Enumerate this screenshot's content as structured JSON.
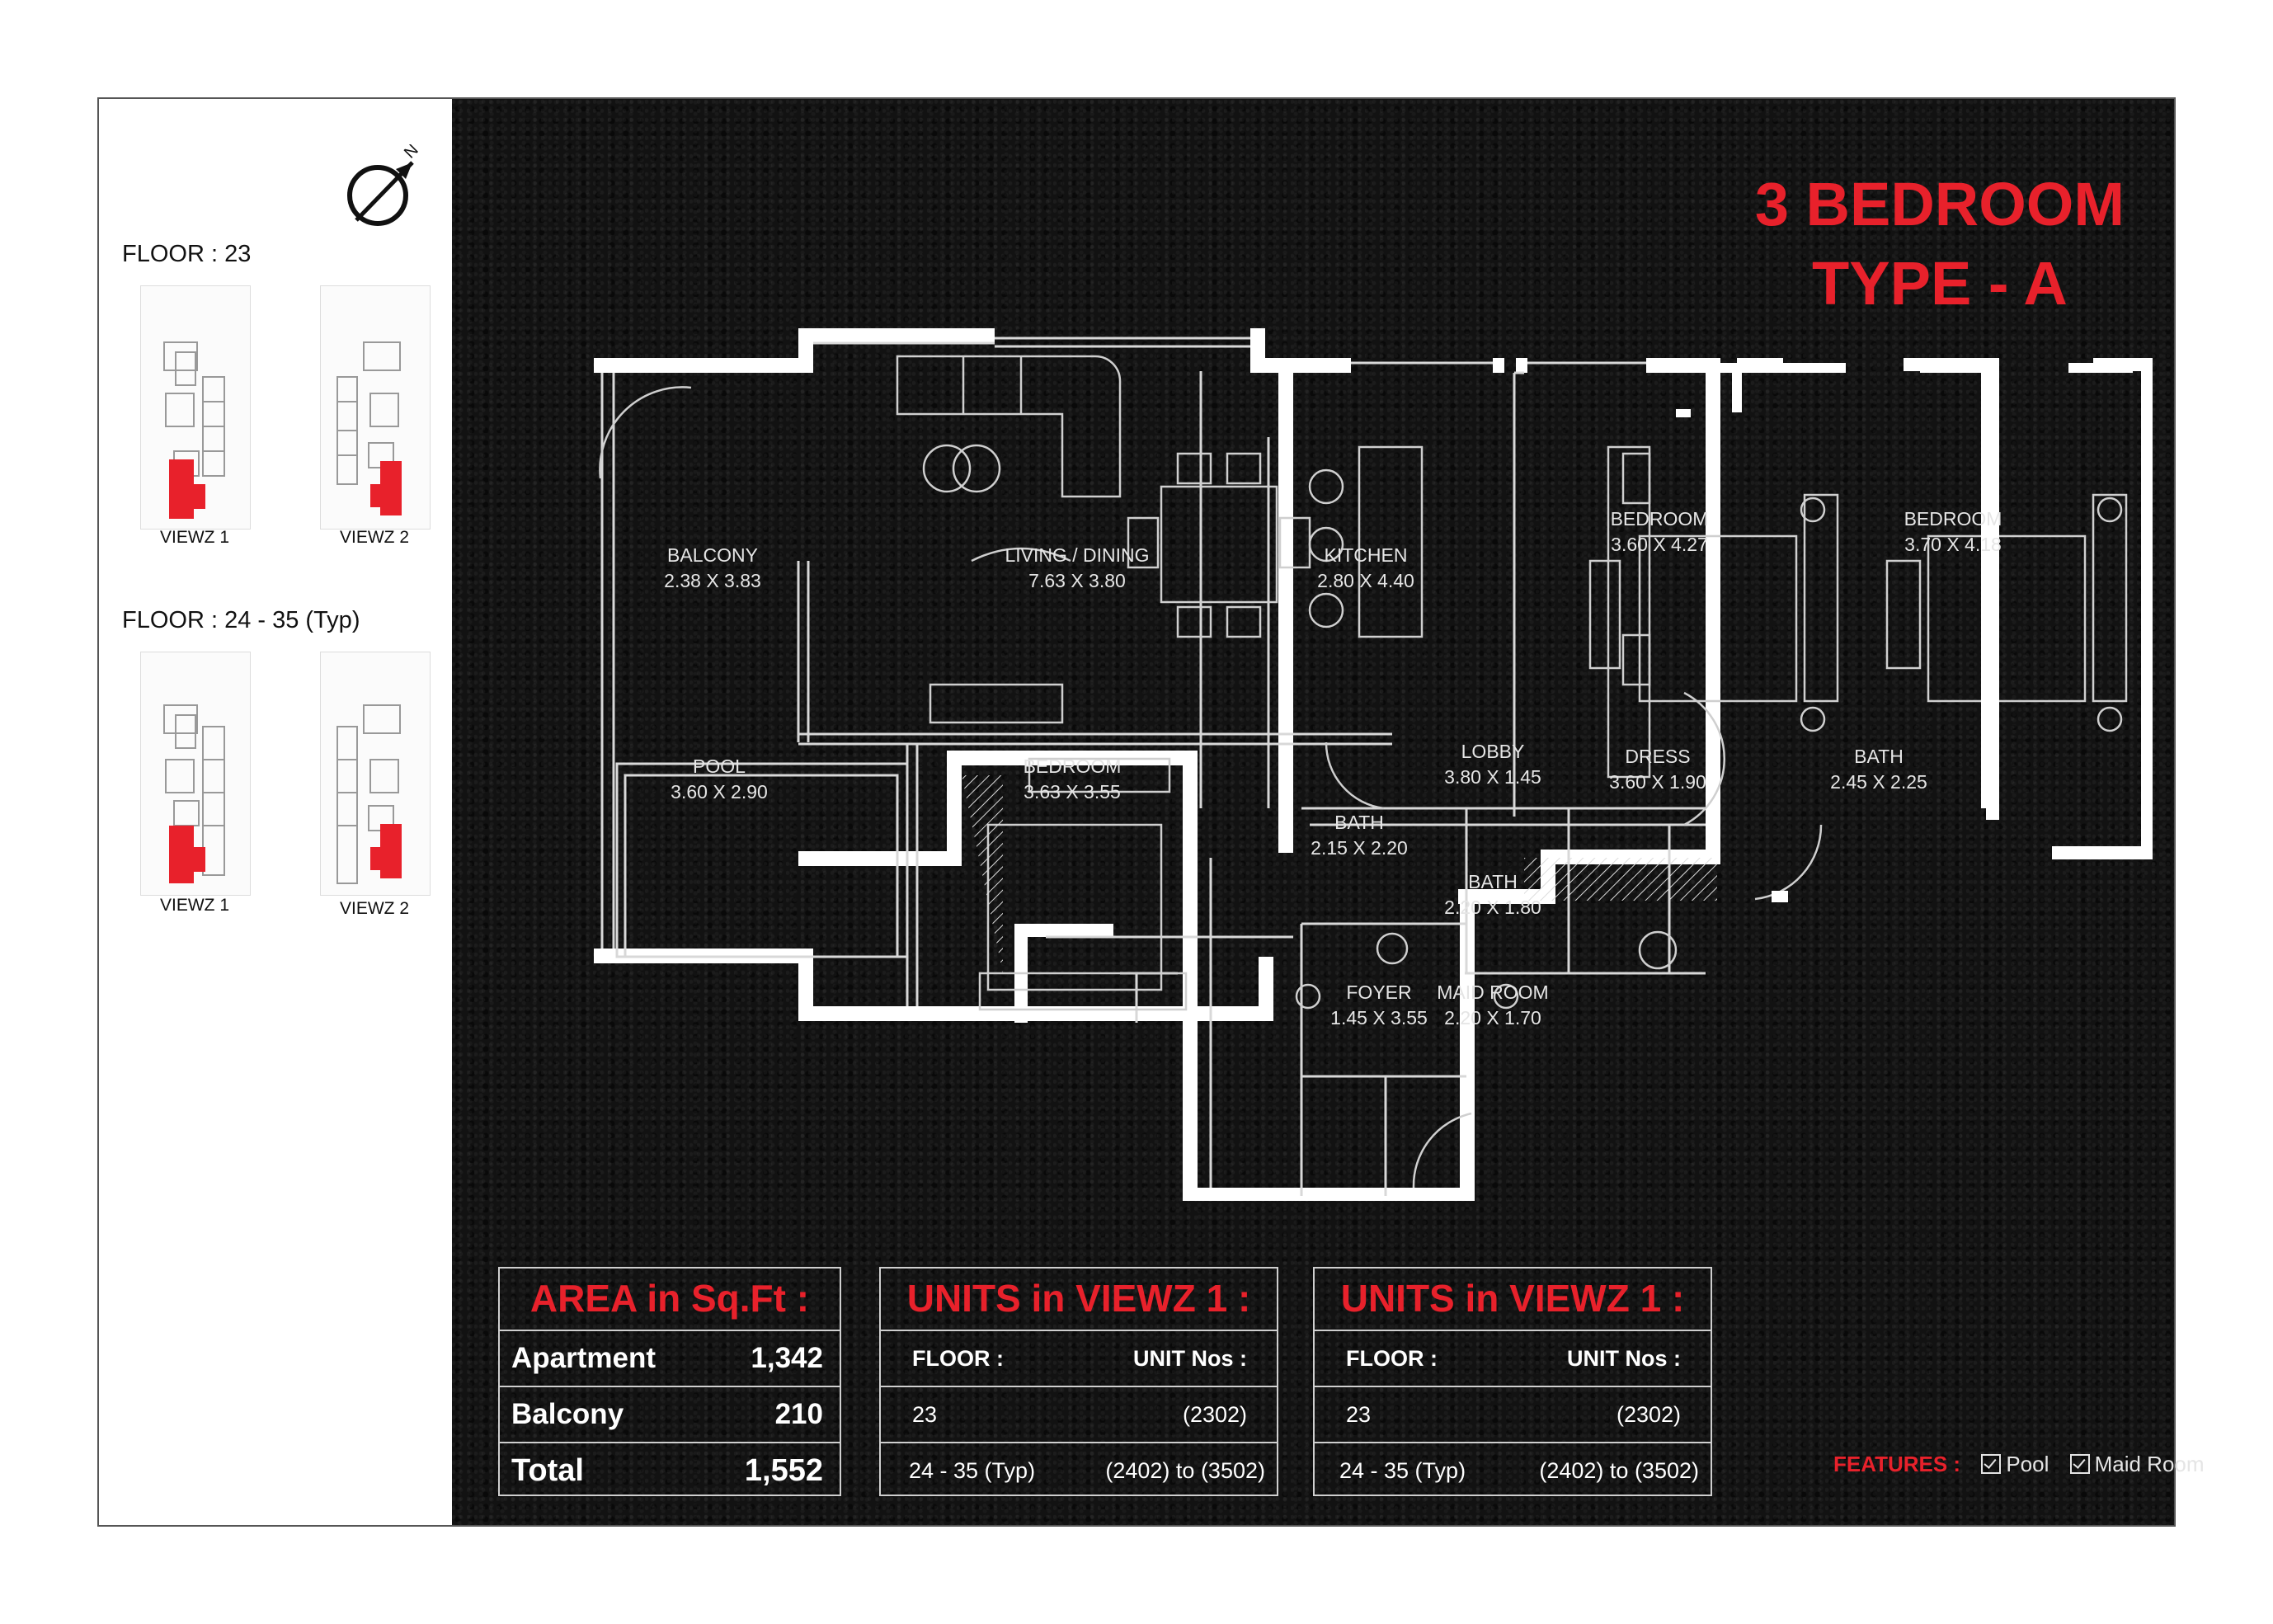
{
  "title": {
    "line1": "3 BEDROOM",
    "line2": "TYPE - A"
  },
  "sidebar": {
    "floor_a_label": "FLOOR : 23",
    "floor_b_label": "FLOOR : 24 - 35 (Typ)",
    "viewz1": "VIEWZ 1",
    "viewz2": "VIEWZ 2",
    "compass_icon": "north-arrow-icon"
  },
  "rooms": {
    "balcony": {
      "name": "BALCONY",
      "dim": "2.38 X 3.83"
    },
    "living": {
      "name": "LIVING / DINING",
      "dim": "7.63 X 3.80"
    },
    "kitchen": {
      "name": "KITCHEN",
      "dim": "2.80 X 4.40"
    },
    "bedroom2": {
      "name": "BEDROOM",
      "dim": "3.60 X 4.27"
    },
    "bedroom3": {
      "name": "BEDROOM",
      "dim": "3.70 X 4.18"
    },
    "pool": {
      "name": "POOL",
      "dim": "3.60 X 2.90"
    },
    "bedroom1": {
      "name": "BEDROOM",
      "dim": "3.63 X 3.55"
    },
    "bath1": {
      "name": "BATH",
      "dim": "2.15 X 2.20"
    },
    "lobby": {
      "name": "LOBBY",
      "dim": "3.80 X 1.45"
    },
    "dress": {
      "name": "DRESS",
      "dim": "3.60 X 1.90"
    },
    "bath3": {
      "name": "BATH",
      "dim": "2.45 X 2.25"
    },
    "bath2": {
      "name": "BATH",
      "dim": "2.20 X 1.80"
    },
    "foyer": {
      "name": "FOYER",
      "dim": "1.45 X 3.55"
    },
    "maid": {
      "name": "MAID ROOM",
      "dim": "2.20 X 1.70"
    }
  },
  "area_table": {
    "heading": "AREA in Sq.Ft :",
    "rows": [
      {
        "label": "Apartment",
        "value": "1,342"
      },
      {
        "label": "Balcony",
        "value": "210"
      },
      {
        "label": "Total",
        "value": "1,552"
      }
    ]
  },
  "units_tables": [
    {
      "heading": "UNITS in VIEWZ 1 :",
      "col1": "FLOOR :",
      "col2": "UNIT Nos :",
      "rows": [
        {
          "floor": "23",
          "units": "(2302)"
        },
        {
          "floor": "24 - 35 (Typ)",
          "units": "(2402) to (3502)"
        }
      ]
    },
    {
      "heading": "UNITS in VIEWZ 1 :",
      "col1": "FLOOR :",
      "col2": "UNIT Nos :",
      "rows": [
        {
          "floor": "23",
          "units": "(2302)"
        },
        {
          "floor": "24 - 35 (Typ)",
          "units": "(2402) to (3502)"
        }
      ]
    }
  ],
  "features": {
    "label": "FEATURES :",
    "items": [
      "Pool",
      "Maid Room"
    ]
  },
  "colors": {
    "accent": "#e8212b",
    "background": "#121212",
    "walls": "#ffffff"
  }
}
